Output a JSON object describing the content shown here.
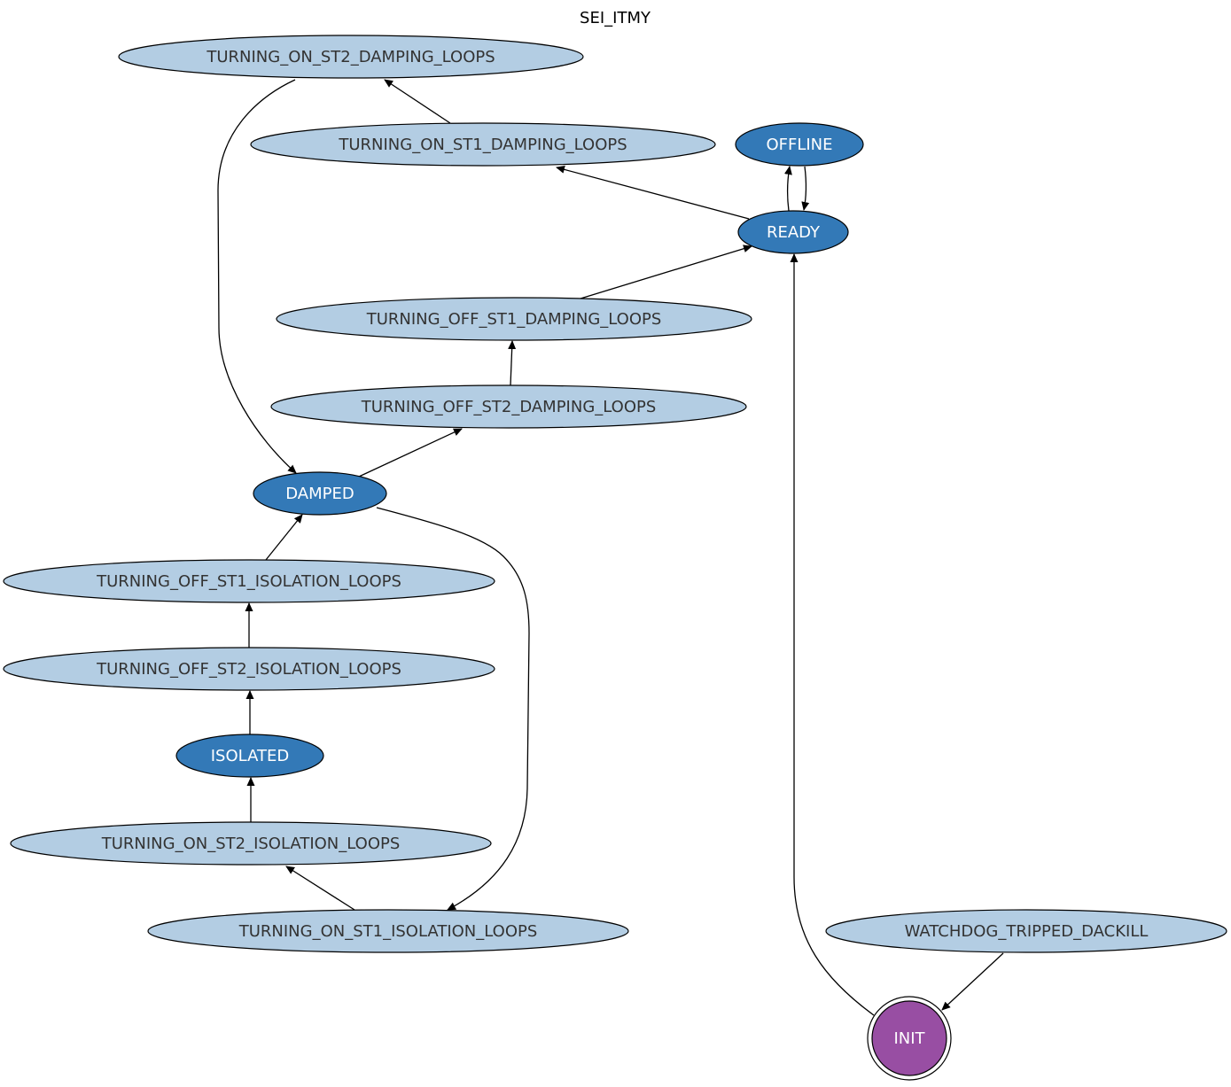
{
  "title": "SEI_ITMY",
  "colors": {
    "light_fill": "#b3cde3",
    "dark_fill": "#3379b7",
    "init_fill": "#984ea3",
    "light_text": "#333333",
    "dark_text": "#ffffff",
    "stroke": "#000000"
  },
  "nodes": [
    {
      "id": "TURNING_ON_ST2_DAMPING_LOOPS",
      "label": "TURNING_ON_ST2_DAMPING_LOOPS",
      "style": "light"
    },
    {
      "id": "TURNING_ON_ST1_DAMPING_LOOPS",
      "label": "TURNING_ON_ST1_DAMPING_LOOPS",
      "style": "light"
    },
    {
      "id": "OFFLINE",
      "label": "OFFLINE",
      "style": "dark"
    },
    {
      "id": "READY",
      "label": "READY",
      "style": "dark"
    },
    {
      "id": "TURNING_OFF_ST1_DAMPING_LOOPS",
      "label": "TURNING_OFF_ST1_DAMPING_LOOPS",
      "style": "light"
    },
    {
      "id": "TURNING_OFF_ST2_DAMPING_LOOPS",
      "label": "TURNING_OFF_ST2_DAMPING_LOOPS",
      "style": "light"
    },
    {
      "id": "DAMPED",
      "label": "DAMPED",
      "style": "dark"
    },
    {
      "id": "TURNING_OFF_ST1_ISOLATION_LOOPS",
      "label": "TURNING_OFF_ST1_ISOLATION_LOOPS",
      "style": "light"
    },
    {
      "id": "TURNING_OFF_ST2_ISOLATION_LOOPS",
      "label": "TURNING_OFF_ST2_ISOLATION_LOOPS",
      "style": "light"
    },
    {
      "id": "ISOLATED",
      "label": "ISOLATED",
      "style": "dark"
    },
    {
      "id": "TURNING_ON_ST2_ISOLATION_LOOPS",
      "label": "TURNING_ON_ST2_ISOLATION_LOOPS",
      "style": "light"
    },
    {
      "id": "TURNING_ON_ST1_ISOLATION_LOOPS",
      "label": "TURNING_ON_ST1_ISOLATION_LOOPS",
      "style": "light"
    },
    {
      "id": "WATCHDOG_TRIPPED_DACKILL",
      "label": "WATCHDOG_TRIPPED_DACKILL",
      "style": "light"
    },
    {
      "id": "INIT",
      "label": "INIT",
      "style": "init"
    }
  ],
  "edges": [
    {
      "from": "TURNING_ON_ST1_DAMPING_LOOPS",
      "to": "TURNING_ON_ST2_DAMPING_LOOPS"
    },
    {
      "from": "TURNING_ON_ST2_DAMPING_LOOPS",
      "to": "DAMPED"
    },
    {
      "from": "READY",
      "to": "TURNING_ON_ST1_DAMPING_LOOPS"
    },
    {
      "from": "READY",
      "to": "OFFLINE"
    },
    {
      "from": "OFFLINE",
      "to": "READY"
    },
    {
      "from": "TURNING_OFF_ST1_DAMPING_LOOPS",
      "to": "READY"
    },
    {
      "from": "TURNING_OFF_ST2_DAMPING_LOOPS",
      "to": "TURNING_OFF_ST1_DAMPING_LOOPS"
    },
    {
      "from": "DAMPED",
      "to": "TURNING_OFF_ST2_DAMPING_LOOPS"
    },
    {
      "from": "DAMPED",
      "to": "TURNING_ON_ST1_ISOLATION_LOOPS"
    },
    {
      "from": "TURNING_OFF_ST1_ISOLATION_LOOPS",
      "to": "DAMPED"
    },
    {
      "from": "TURNING_OFF_ST2_ISOLATION_LOOPS",
      "to": "TURNING_OFF_ST1_ISOLATION_LOOPS"
    },
    {
      "from": "ISOLATED",
      "to": "TURNING_OFF_ST2_ISOLATION_LOOPS"
    },
    {
      "from": "TURNING_ON_ST2_ISOLATION_LOOPS",
      "to": "ISOLATED"
    },
    {
      "from": "TURNING_ON_ST1_ISOLATION_LOOPS",
      "to": "TURNING_ON_ST2_ISOLATION_LOOPS"
    },
    {
      "from": "WATCHDOG_TRIPPED_DACKILL",
      "to": "INIT"
    },
    {
      "from": "INIT",
      "to": "READY"
    }
  ]
}
